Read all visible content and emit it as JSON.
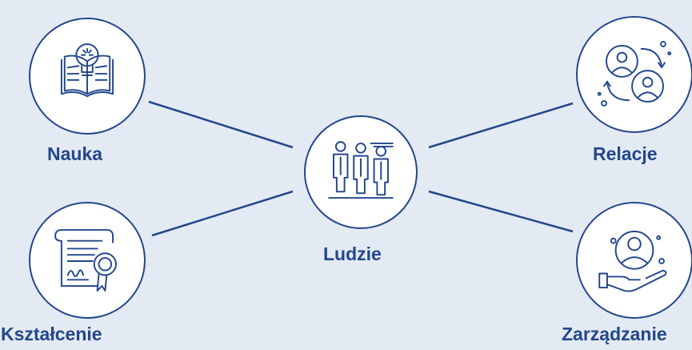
{
  "diagram": {
    "center": {
      "label": "Ludzie",
      "icon": "people-group-icon"
    },
    "nodes": [
      {
        "id": "nauka",
        "label": "Nauka",
        "icon": "book-lightbulb-icon"
      },
      {
        "id": "ksztalcenie",
        "label": "Kształcenie",
        "icon": "certificate-icon"
      },
      {
        "id": "relacje",
        "label": "Relacje",
        "icon": "exchange-people-icon"
      },
      {
        "id": "zarzadzanie",
        "label": "Zarządzanie",
        "icon": "hand-person-icon"
      }
    ],
    "edges": [
      {
        "from": "center",
        "to": "nauka"
      },
      {
        "from": "center",
        "to": "ksztalcenie"
      },
      {
        "from": "center",
        "to": "relacje"
      },
      {
        "from": "center",
        "to": "zarzadzanie"
      }
    ]
  },
  "colors": {
    "primary": "#23478C",
    "background": "#E3EAF3",
    "node_fill": "#FFFFFF"
  }
}
